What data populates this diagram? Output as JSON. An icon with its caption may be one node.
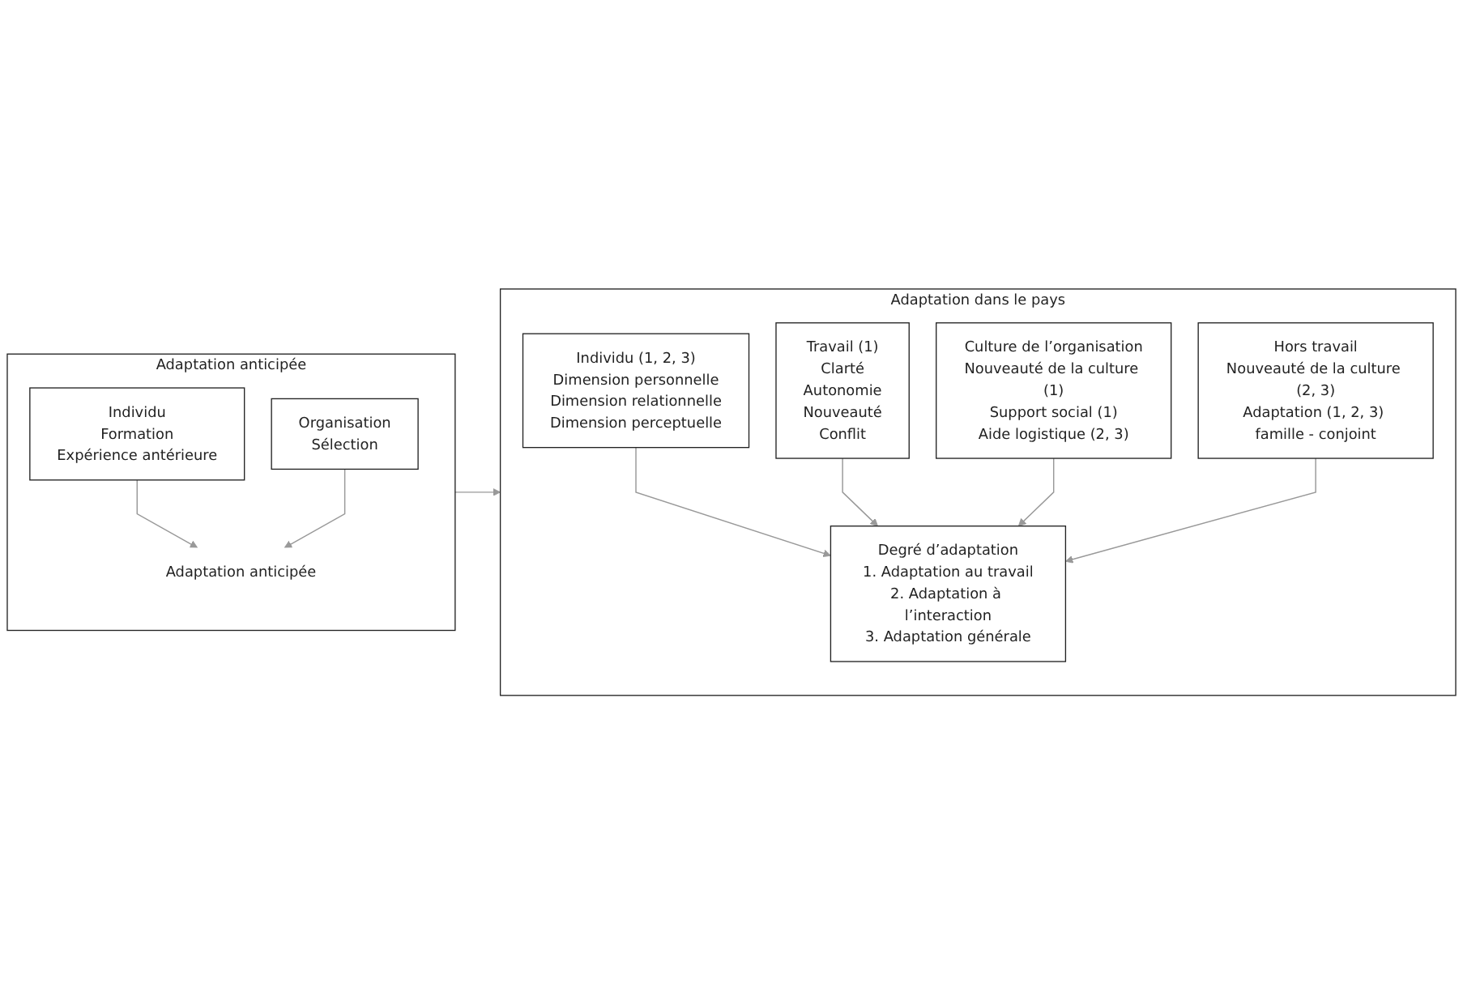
{
  "diagram": {
    "nodes": [
      {
        "text": [
          "Adaptation anticipée"
        ]
      },
      {
        "text": [
          "Individu",
          "Formation",
          "Expérience antérieure"
        ],
        "in": 0
      },
      {
        "text": [
          "Adaptation anticipée"
        ],
        "in": 0
      },
      {
        "text": [
          "Organisation",
          "Sélection"
        ],
        "in": 0
      },
      {
        "text": [
          "Adaptation dans le pays"
        ]
      },
      {
        "text": [
          "Individu (1, 2, 3)",
          "Dimension personnelle",
          "Dimension relationnelle",
          "Dimension perceptuelle"
        ],
        "in": 4
      },
      {
        "text": [
          "Travail (1)",
          "Clarté",
          "Autonomie",
          "Nouveauté",
          "Conflit"
        ],
        "in": 4
      },
      {
        "text": [
          "Degré d’adaptation",
          "1. Adaptation au travail",
          "2. Adaptation à l’interaction",
          "3. Adaptation générale"
        ],
        "in": 4
      },
      {
        "text": [
          "Culture de l’organisation",
          "Nouveauté de la culture (1)",
          "Support social (1)",
          "Aide logistique (2, 3)"
        ],
        "in": 4
      },
      {
        "text": [
          "Hors travail",
          "Nouveauté de la culture (2, 3)",
          "Adaptation (1, 2, 3) famille - conjoint"
        ],
        "in": 4
      }
    ],
    "edges": [
      {
        "from": 1,
        "to": 2,
        "arrow": "to"
      },
      {
        "from": 3,
        "to": 2,
        "arrow": "to"
      },
      {
        "from": 0,
        "to": 4,
        "arrow": "to"
      },
      {
        "from": 5,
        "to": 7,
        "arrow": "to"
      },
      {
        "from": 6,
        "to": 7,
        "arrow": "to"
      },
      {
        "from": 8,
        "to": 7,
        "arrow": "to"
      },
      {
        "from": 9,
        "to": 7,
        "arrow": "to"
      }
    ]
  }
}
